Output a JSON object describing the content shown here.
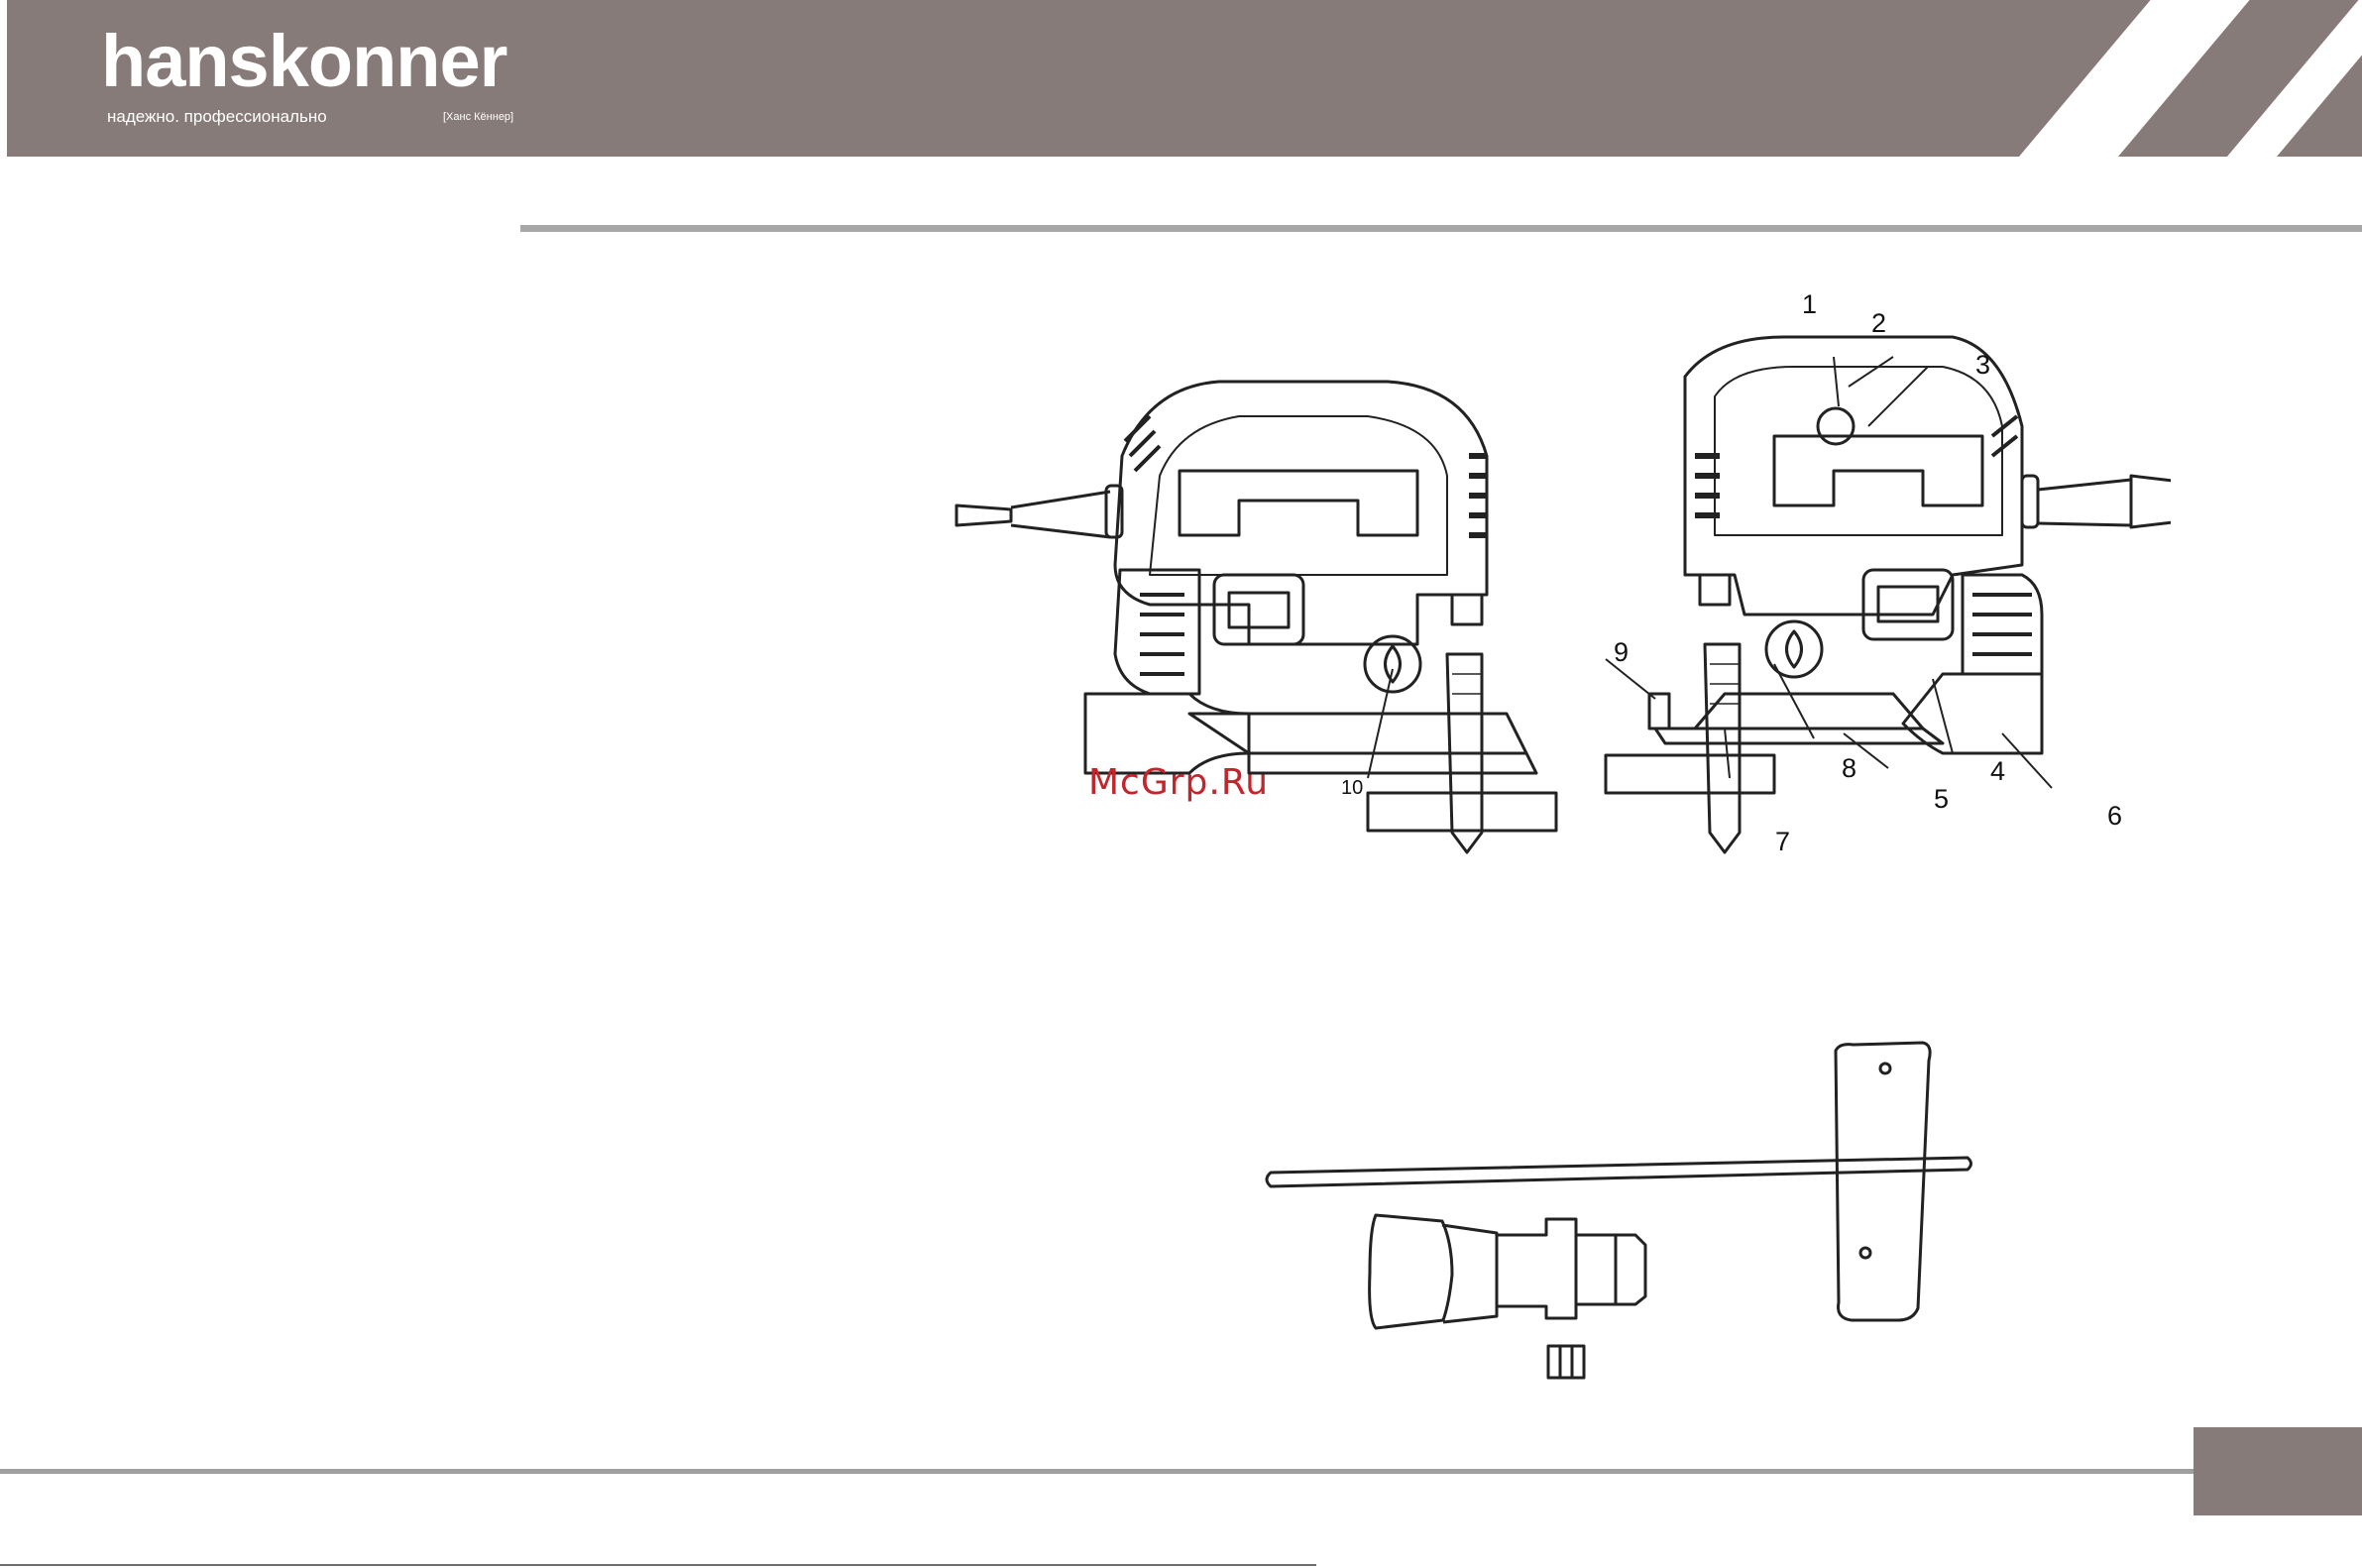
{
  "header": {
    "brand": "hanskonner",
    "tagline": "надежно. профессионально",
    "brand_sub": "[Ханс Кённер]"
  },
  "figure": {
    "callouts": [
      "1",
      "2",
      "3",
      "4",
      "5",
      "6",
      "7",
      "8",
      "9",
      "10"
    ]
  },
  "watermark": "McGrp.Ru",
  "colors": {
    "header_bg": "#877b79",
    "watermark": "#c2252b"
  }
}
